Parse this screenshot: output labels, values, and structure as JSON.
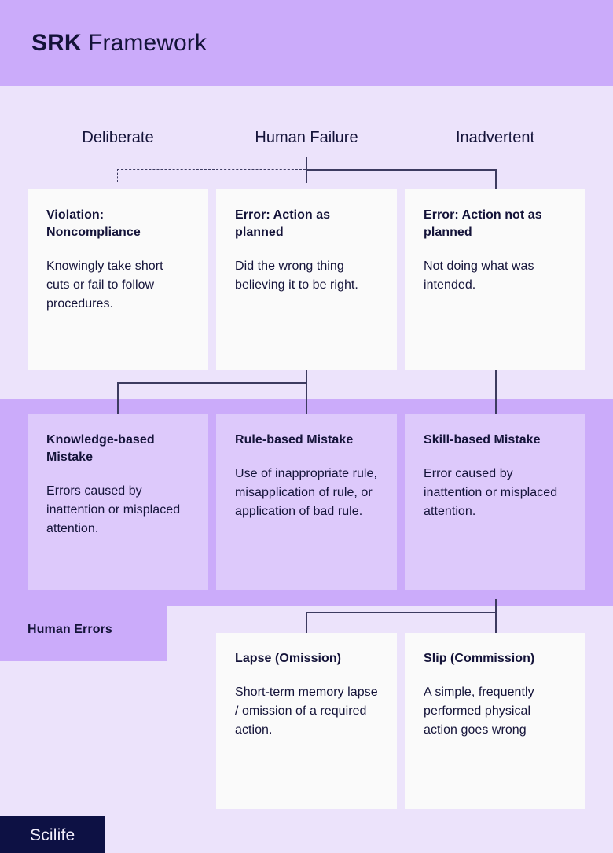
{
  "header": {
    "title_strong": "SRK",
    "title_light": "Framework",
    "background_color": "#CBABFA"
  },
  "page": {
    "background_color": "#ECE3FB",
    "band_color": "#CBABFA",
    "card_light_color": "#FAFAFA",
    "card_tinted_color": "#DDC9FB",
    "text_color": "#141339",
    "line_color": "#3D3B60"
  },
  "column_labels": [
    {
      "label": "Deliberate"
    },
    {
      "label": "Human Failure"
    },
    {
      "label": "Inadvertent"
    }
  ],
  "band": {
    "label": "Human Errors"
  },
  "rows": [
    {
      "name": "top-level-failures",
      "cards": [
        {
          "title": "Violation: Noncompliance",
          "body": "Knowingly take short cuts or fail to follow procedures."
        },
        {
          "title": "Error: Action as planned",
          "body": "Did the wrong thing believing it to be right."
        },
        {
          "title": "Error: Action not as planned",
          "body": "Not doing what was intended."
        }
      ]
    },
    {
      "name": "mistake-types",
      "cards": [
        {
          "title": "Knowledge-based Mistake",
          "body": "Errors caused by inattention or misplaced attention."
        },
        {
          "title": "Rule-based Mistake",
          "body": "Use of inappropriate rule, misapplication of rule, or application of bad rule."
        },
        {
          "title": "Skill-based Mistake",
          "body": "Error caused by inattention or misplaced attention."
        }
      ]
    },
    {
      "name": "slip-lapse",
      "cards": [
        {
          "title": "Lapse (Omission)",
          "body": "Short-term memory lapse / omission of a required action."
        },
        {
          "title": "Slip (Commission)",
          "body": "A simple, frequently performed physical action goes wrong"
        }
      ]
    }
  ],
  "footer": {
    "brand": "Scilife",
    "background_color": "#0D1144"
  }
}
